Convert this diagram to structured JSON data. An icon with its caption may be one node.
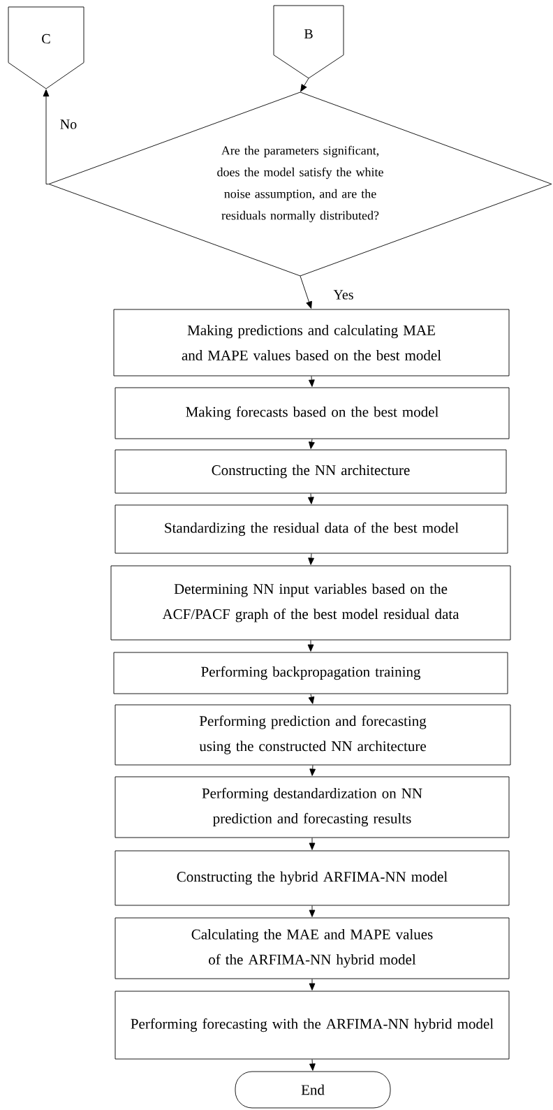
{
  "diagram": {
    "nodes": [
      {
        "text": [
          "C"
        ]
      },
      {
        "text": [
          "B"
        ]
      },
      {
        "text": [
          "Are the parameters significant, does the model satisfy the white noise assumption, and are the residuals normally distributed?"
        ]
      },
      {
        "text": [
          "Making predictions and calculating MAE and MAPE values based on the best model"
        ]
      },
      {
        "text": [
          "Making forecasts based on the best model"
        ]
      },
      {
        "text": [
          "Constructing the NN architecture"
        ]
      },
      {
        "text": [
          "Standardizing the residual data of the best model"
        ]
      },
      {
        "text": [
          "Determining NN input variables based on the ACF/PACF graph of the best model residual data"
        ]
      },
      {
        "text": [
          "Performing backpropagation training"
        ]
      },
      {
        "text": [
          "Performing prediction and forecasting using the constructed NN architecture"
        ]
      },
      {
        "text": [
          "Performing destandardization on NN prediction and forecasting results"
        ]
      },
      {
        "text": [
          "Constructing the hybrid ARFIMA-NN model"
        ]
      },
      {
        "text": [
          "Calculating the MAE and MAPE values of the ARFIMA-NN hybrid model"
        ]
      },
      {
        "text": [
          "Performing forecasting with the ARFIMA-NN hybrid model"
        ]
      },
      {
        "text": [
          "End"
        ]
      }
    ],
    "edges": [
      {
        "from": 1,
        "to": 2,
        "arrow": "to"
      },
      {
        "from": 2,
        "to": 0,
        "arrow": "to",
        "label": "No"
      },
      {
        "from": 2,
        "to": 3,
        "arrow": "to",
        "label": "Yes"
      },
      {
        "from": 3,
        "to": 4,
        "arrow": "to"
      },
      {
        "from": 4,
        "to": 5,
        "arrow": "to"
      },
      {
        "from": 5,
        "to": 6,
        "arrow": "to"
      },
      {
        "from": 6,
        "to": 7,
        "arrow": "to"
      },
      {
        "from": 7,
        "to": 8,
        "arrow": "to"
      },
      {
        "from": 8,
        "to": 9,
        "arrow": "to"
      },
      {
        "from": 9,
        "to": 10,
        "arrow": "to"
      },
      {
        "from": 10,
        "to": 11,
        "arrow": "to"
      },
      {
        "from": 11,
        "to": 12,
        "arrow": "to"
      },
      {
        "from": 12,
        "to": 13,
        "arrow": "to"
      },
      {
        "from": 13,
        "to": 14,
        "arrow": "to"
      }
    ]
  }
}
